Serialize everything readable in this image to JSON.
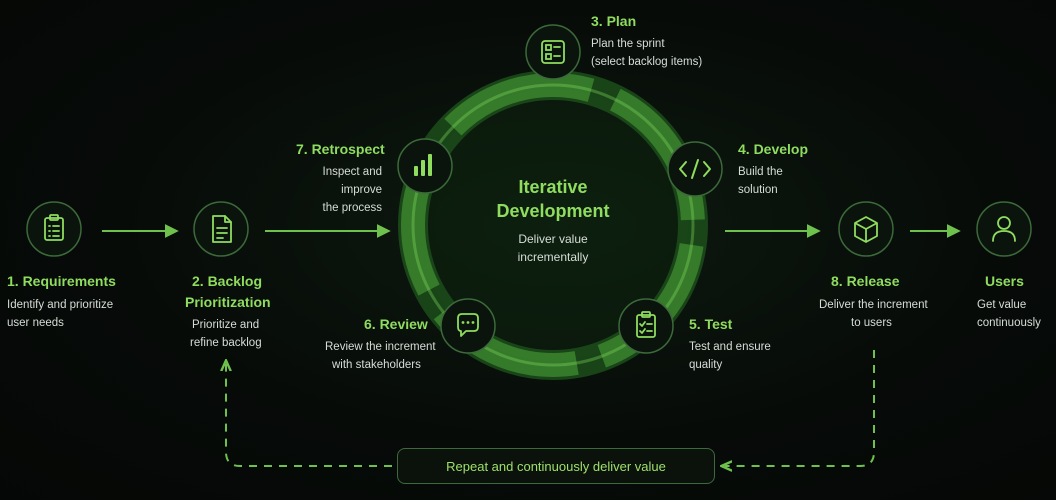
{
  "center": {
    "title_line1": "Iterative",
    "title_line2": "Development",
    "desc_line1": "Deliver value",
    "desc_line2": "incrementally"
  },
  "steps": {
    "requirements": {
      "title": "1. Requirements",
      "desc_line1": "Identify and prioritize",
      "desc_line2": "user needs",
      "icon": "clipboard-list-icon"
    },
    "backlog": {
      "title_line1": "2. Backlog",
      "title_line2": "Prioritization",
      "desc_line1": "Prioritize and",
      "desc_line2": "refine backlog",
      "icon": "document-icon"
    },
    "plan": {
      "title": "3. Plan",
      "desc_line1": "Plan the sprint",
      "desc_line2": "(select backlog items)",
      "icon": "kanban-board-icon"
    },
    "develop": {
      "title": "4. Develop",
      "desc_line1": "Build the",
      "desc_line2": "solution",
      "icon": "code-icon"
    },
    "test": {
      "title": "5. Test",
      "desc_line1": "Test and ensure",
      "desc_line2": "quality",
      "icon": "checklist-icon"
    },
    "review": {
      "title": "6. Review",
      "desc_line1": "Review the increment",
      "desc_line2": "with stakeholders",
      "icon": "chat-bubble-icon"
    },
    "retrospect": {
      "title": "7. Retrospect",
      "desc_line1": "Inspect and improve",
      "desc_line2": "the process",
      "icon": "bar-chart-icon"
    },
    "release": {
      "title": "8. Release",
      "desc_line1": "Deliver the increment",
      "desc_line2": "to users",
      "icon": "cube-icon"
    },
    "users": {
      "title": "Users",
      "desc_line1": "Get value",
      "desc_line2": "continuously",
      "icon": "user-icon"
    }
  },
  "banner": {
    "label": "Repeat and continuously deliver value"
  },
  "colors": {
    "accent": "#8fdc5f",
    "ring": "#3f8a35",
    "node_border": "#3c6a3a",
    "background": "#070b08"
  }
}
